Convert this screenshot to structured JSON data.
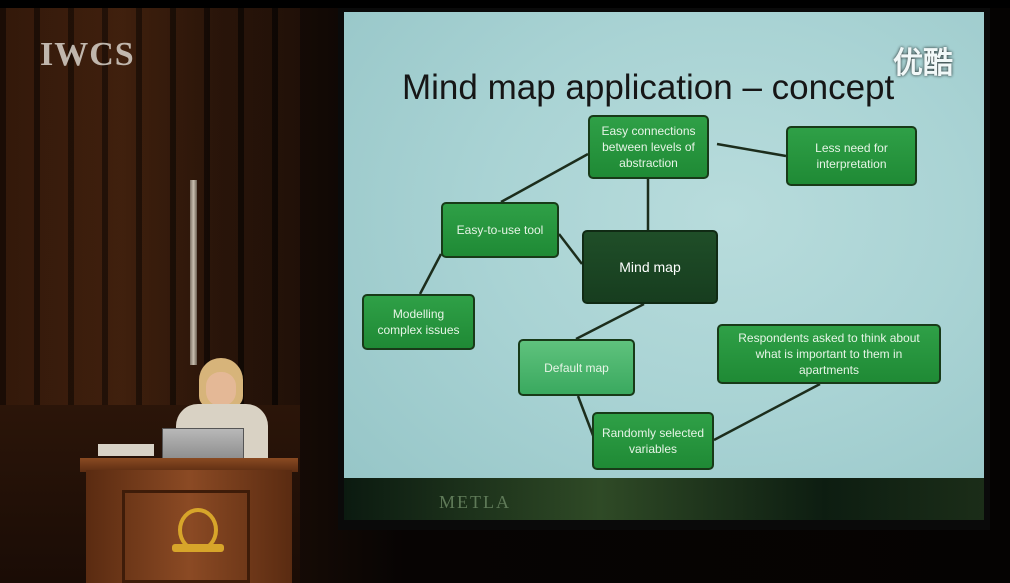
{
  "logo": "IWCS",
  "watermark": "优酷",
  "slide": {
    "title": "Mind map application – concept",
    "footer": "METLA"
  },
  "nodes": {
    "easy_connections": "Easy connections between levels of abstraction",
    "less_need": "Less need for interpretation",
    "easy_tool": "Easy-to-use tool",
    "mind_map": "Mind map",
    "modelling": "Modelling complex issues",
    "default_map": "Default map",
    "respondents": "Respondents asked to think about what is important to them in apartments",
    "random_vars": "Randomly selected variables"
  },
  "colors": {
    "slide_background": "#a9d3d4",
    "node_green": "#2fa047",
    "node_light_green": "#5fc27d",
    "node_center": "#1f4e28"
  }
}
